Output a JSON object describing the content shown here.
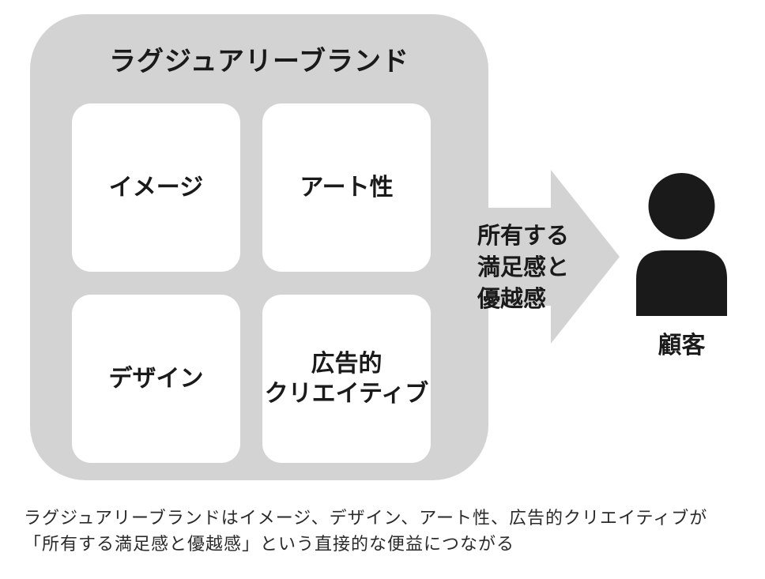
{
  "panel": {
    "title": "ラグジュアリーブランド",
    "cells": [
      "イメージ",
      "アート性",
      "デザイン",
      "広告的\nクリエイティブ"
    ]
  },
  "arrow": {
    "label": "所有する\n満足感と\n優越感"
  },
  "customer": {
    "label": "顧客",
    "icon": "person-icon"
  },
  "caption": "ラグジュアリーブランドはイメージ、デザイン、アート性、広告的クリエイティブが「所有する満足感と優越感」という直接的な便益につながる",
  "colors": {
    "panel": "#d3d3d3",
    "arrow": "#d3d3d3",
    "person": "#1a1a1a",
    "cell": "#ffffff"
  }
}
